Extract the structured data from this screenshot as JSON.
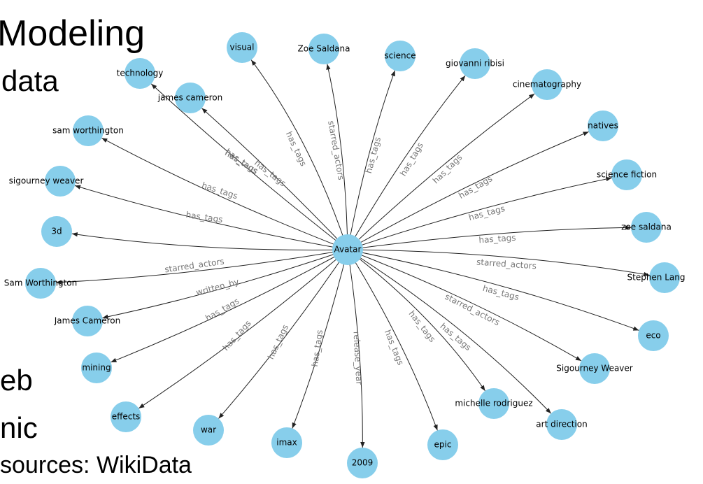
{
  "slide": {
    "title_fragment": "Modeling",
    "line_data": "data",
    "line_web": "eb",
    "line_nic": "nic",
    "line_sources": "sources: WikiData"
  },
  "graph": {
    "node_color": "#87ceeb",
    "edge_color": "#222222",
    "edge_label_color": "#777777",
    "center": {
      "id": "avatar",
      "label": "Avatar"
    },
    "nodes": [
      {
        "id": "visual",
        "label": "visual"
      },
      {
        "id": "zoe-saldana-cap",
        "label": "Zoe Saldana"
      },
      {
        "id": "science",
        "label": "science"
      },
      {
        "id": "giovanni-ribisi",
        "label": "giovanni ribisi"
      },
      {
        "id": "cinematography",
        "label": "cinematography"
      },
      {
        "id": "natives",
        "label": "natives"
      },
      {
        "id": "science-fiction",
        "label": "science fiction"
      },
      {
        "id": "zoe-saldana",
        "label": "zoe saldana"
      },
      {
        "id": "stephen-lang",
        "label": "Stephen Lang"
      },
      {
        "id": "eco",
        "label": "eco"
      },
      {
        "id": "sigourney-weaver-cap",
        "label": "Sigourney Weaver"
      },
      {
        "id": "art-direction",
        "label": "art direction"
      },
      {
        "id": "michelle-rodriguez",
        "label": "michelle rodriguez"
      },
      {
        "id": "epic",
        "label": "epic"
      },
      {
        "id": "2009",
        "label": "2009"
      },
      {
        "id": "imax",
        "label": "imax"
      },
      {
        "id": "war",
        "label": "war"
      },
      {
        "id": "effects",
        "label": "effects"
      },
      {
        "id": "mining",
        "label": "mining"
      },
      {
        "id": "james-cameron-cap",
        "label": "James Cameron"
      },
      {
        "id": "sam-worthington-cap",
        "label": "Sam Worthington"
      },
      {
        "id": "3d",
        "label": "3d"
      },
      {
        "id": "sigourney-weaver",
        "label": "sigourney weaver"
      },
      {
        "id": "sam-worthington",
        "label": "sam worthington"
      },
      {
        "id": "james-cameron",
        "label": "james cameron"
      },
      {
        "id": "technology",
        "label": "technology"
      }
    ],
    "edges": [
      {
        "target": "visual",
        "label": "has_tags"
      },
      {
        "target": "zoe-saldana-cap",
        "label": "starred_actors"
      },
      {
        "target": "science",
        "label": "has_tags"
      },
      {
        "target": "giovanni-ribisi",
        "label": "has_tags"
      },
      {
        "target": "cinematography",
        "label": "has_tags"
      },
      {
        "target": "natives",
        "label": "has_tags"
      },
      {
        "target": "science-fiction",
        "label": "has_tags"
      },
      {
        "target": "zoe-saldana",
        "label": "has_tags"
      },
      {
        "target": "stephen-lang",
        "label": "starred_actors"
      },
      {
        "target": "eco",
        "label": "has_tags"
      },
      {
        "target": "sigourney-weaver-cap",
        "label": "starred_actors"
      },
      {
        "target": "art-direction",
        "label": "has_tags"
      },
      {
        "target": "michelle-rodriguez",
        "label": "has_tags"
      },
      {
        "target": "epic",
        "label": "has_tags"
      },
      {
        "target": "2009",
        "label": "release_year"
      },
      {
        "target": "imax",
        "label": "has_tags"
      },
      {
        "target": "war",
        "label": "has_tags"
      },
      {
        "target": "effects",
        "label": "has_tags"
      },
      {
        "target": "mining",
        "label": "has_tags"
      },
      {
        "target": "james-cameron-cap",
        "label": "written_by"
      },
      {
        "target": "sam-worthington-cap",
        "label": "starred_actors"
      },
      {
        "target": "3d",
        "label": "has_tags"
      },
      {
        "target": "sigourney-weaver",
        "label": "has_tags"
      },
      {
        "target": "sam-worthington",
        "label": "has_tags"
      },
      {
        "target": "james-cameron",
        "label": "has_tags"
      },
      {
        "target": "technology",
        "label": "has_tags"
      }
    ]
  }
}
